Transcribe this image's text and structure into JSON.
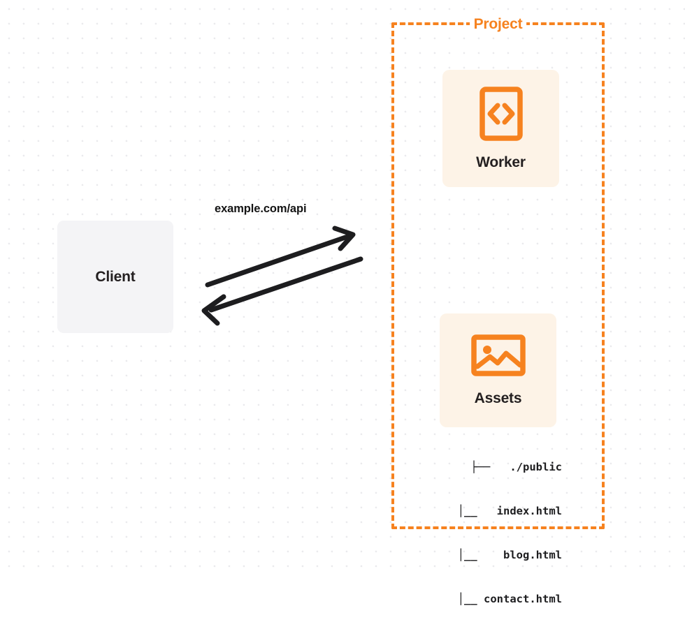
{
  "diagram": {
    "title": "Project architecture diagram",
    "colors": {
      "accent_orange": "#f6821f",
      "card_background": "#fdf3e7",
      "client_background": "#f4f4f6",
      "text_dark": "#231f20",
      "canvas_background": "#ffffff",
      "grid_dot": "#e9e9ec",
      "arrow_stroke": "#1d1d1f"
    }
  },
  "client": {
    "label": "Client",
    "icon": "none"
  },
  "project": {
    "title": "Project",
    "border_style": "dashed",
    "border_color": "#f6821f"
  },
  "worker": {
    "label": "Worker",
    "icon": "code-brackets-icon"
  },
  "assets": {
    "label": "Assets",
    "icon": "image-picture-icon",
    "file_tree": [
      "├──   ./public",
      "│__   index.html",
      "│__    blog.html",
      "│__ contact.html"
    ]
  },
  "connection": {
    "label": "example.com/api",
    "request_arrow": "client-to-project",
    "response_arrow": "project-to-client"
  }
}
